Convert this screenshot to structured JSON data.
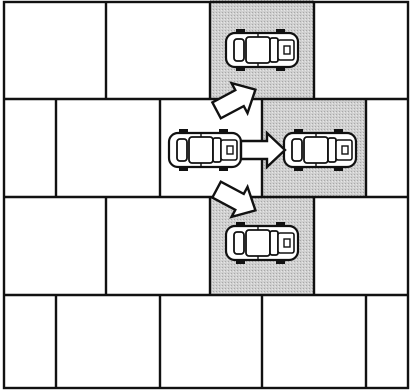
{
  "diagram": {
    "grid_rows": 4,
    "colors": {
      "line": "#111111",
      "cell_fill": "#ffffff",
      "target_fill": "#d4d4d4"
    },
    "cars": [
      {
        "id": "origin",
        "role": "current-position",
        "shaded": false
      },
      {
        "id": "up",
        "role": "candidate-move",
        "shaded": true
      },
      {
        "id": "right",
        "role": "candidate-move",
        "shaded": true
      },
      {
        "id": "down",
        "role": "candidate-move",
        "shaded": true
      }
    ],
    "arrows": [
      {
        "from": "origin",
        "to": "up",
        "direction": "up-right"
      },
      {
        "from": "origin",
        "to": "right",
        "direction": "right"
      },
      {
        "from": "origin",
        "to": "down",
        "direction": "down-right"
      }
    ]
  }
}
